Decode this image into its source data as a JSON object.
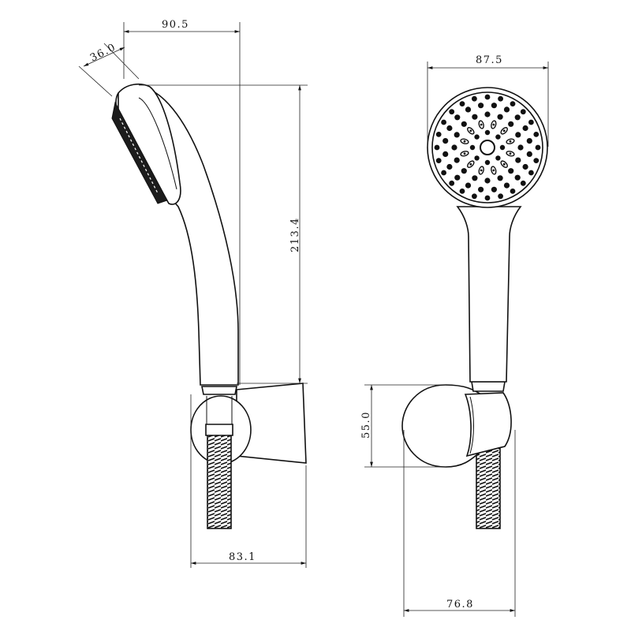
{
  "dimensions": {
    "top_width": "90.5",
    "head_thickness": "36.0",
    "total_height": "213.4",
    "base_width_side": "83.1",
    "head_diameter": "87.5",
    "bracket_height": "55.0",
    "base_width_front": "76.8"
  },
  "colors": {
    "line": "#111111",
    "background": "#ffffff"
  }
}
